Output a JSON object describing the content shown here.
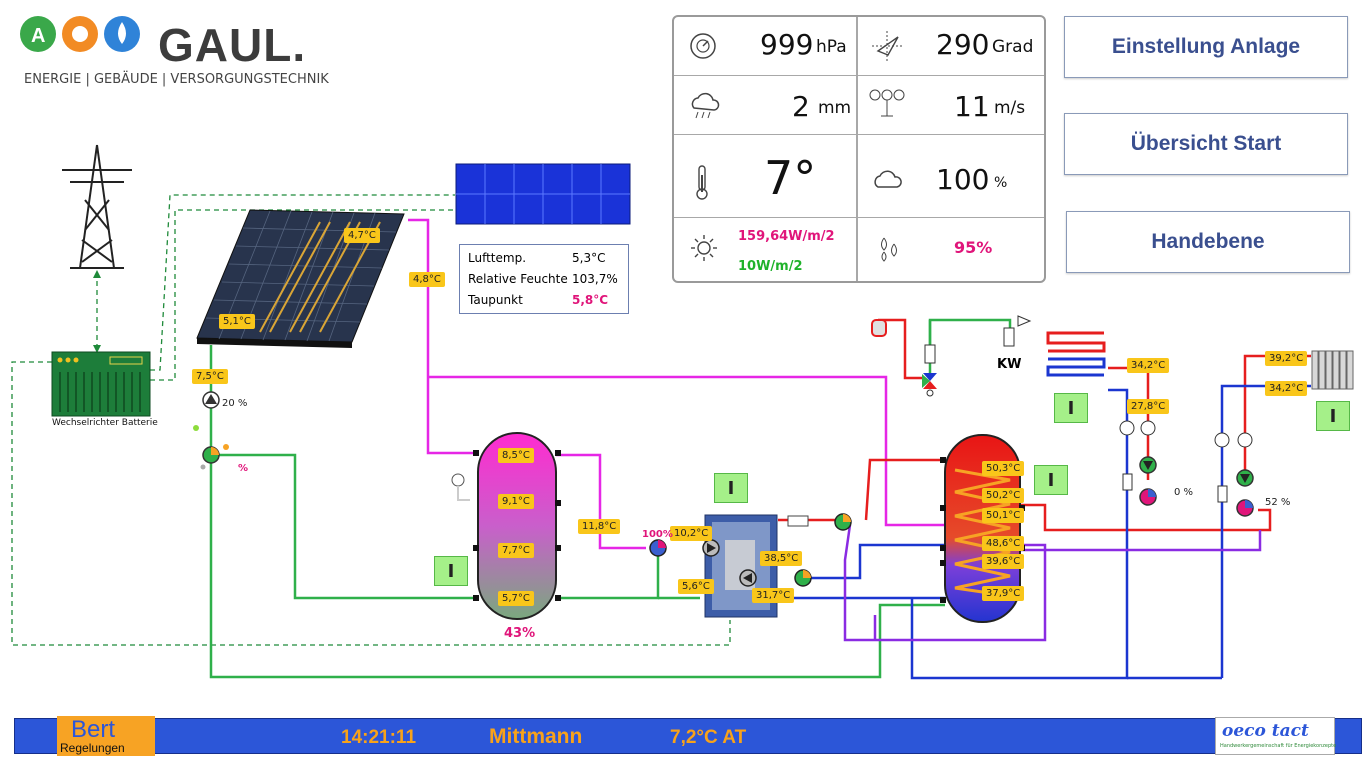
{
  "brand": {
    "name": "GAUL.",
    "subtitle": "ENERGIE | GEBÄUDE | VERSORGUNGSTECHNIK"
  },
  "nav": {
    "settings": "Einstellung Anlage",
    "overview": "Übersicht Start",
    "manual": "Handebene"
  },
  "weather": {
    "pressure": {
      "value": "999",
      "unit": "hPa"
    },
    "wind_direction": {
      "value": "290",
      "unit": "Grad"
    },
    "rain": {
      "value": "2",
      "unit": "mm"
    },
    "wind_speed": {
      "value": "11",
      "unit": "m/s"
    },
    "temperature": {
      "value": "7°"
    },
    "cloud": {
      "value": "100",
      "unit": "%"
    },
    "radiation_1": "159,64W/m/2",
    "radiation_2": "10W/m/2",
    "humidity": "95%",
    "colors": {
      "pink": "#e0157a",
      "green": "#1fb22a"
    }
  },
  "status": {
    "rows": [
      {
        "label": "Lufttemp.",
        "value": "5,3°C"
      },
      {
        "label": "Relative Feuchte",
        "value": "103,7%"
      },
      {
        "label": "Taupunkt",
        "value": "5,8°C"
      }
    ]
  },
  "labels": {
    "inverter": "Wechselrichter Batterie",
    "cold_water": "KW",
    "buffer_level": "43%",
    "pump_solar": "20 %",
    "pump_solar_mix": "%",
    "hp_pump": "100%",
    "circuit1_pct": "0 %",
    "circuit2_pct": "52 %",
    "on_badge": "I"
  },
  "temps": {
    "collector_top": "4,7°C",
    "collector_bottom": "5,1°C",
    "collector_out": "4,8°C",
    "solar_return": "7,5°C",
    "buffer": [
      "8,5°C",
      "9,1°C",
      "7,7°C",
      "5,7°C"
    ],
    "buffer_out": "11,8°C",
    "hp_in": "10,2°C",
    "hp_cold": "5,6°C",
    "hp_out": "38,5°C",
    "hp_return": "31,7°C",
    "tank": [
      "50,3°C",
      "50,2°C",
      "50,1°C",
      "48,6°C",
      "39,6°C",
      "37,9°C"
    ],
    "heat1_flow": "34,2°C",
    "heat1_return": "27,8°C",
    "heat2_flow": "39,2°C",
    "heat2_return": "34,2°C"
  },
  "footer": {
    "logo_top": "Bert",
    "logo_bottom": "Regelungen",
    "time": "14:21:11",
    "name": "Mittmann",
    "outside": "7,2°C AT",
    "partner": "oeco tact",
    "partner_sub": "Handwerkergemeinschaft für Energiekonzepte"
  }
}
